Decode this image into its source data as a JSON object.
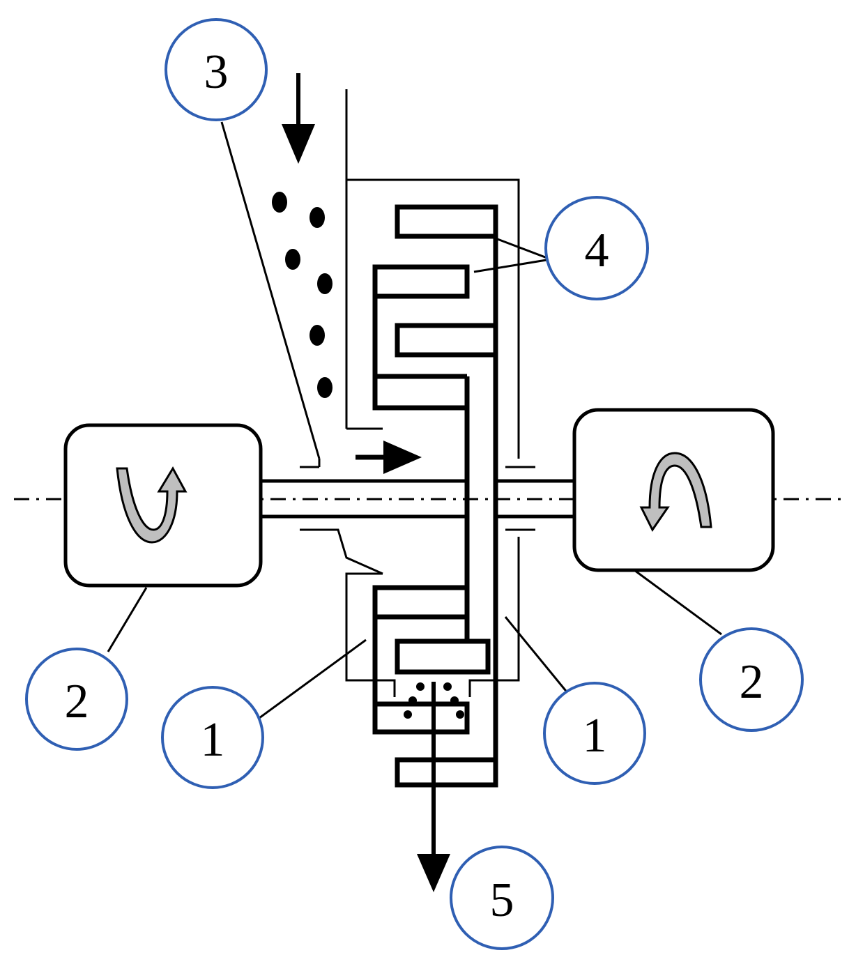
{
  "labels": {
    "label_3": "3",
    "label_4": "4",
    "label_2_left": "2",
    "label_2_right": "2",
    "label_1_left": "1",
    "label_1_right": "1",
    "label_5": "5"
  },
  "colors": {
    "line": "#000000",
    "callout_circle": "#2f5fb3",
    "motor_arrow_fill": "#bfbfbf",
    "background": "#ffffff"
  },
  "icons": {
    "motor_left": "rotation-arrow-icon",
    "motor_right": "rotation-arrow-icon"
  }
}
